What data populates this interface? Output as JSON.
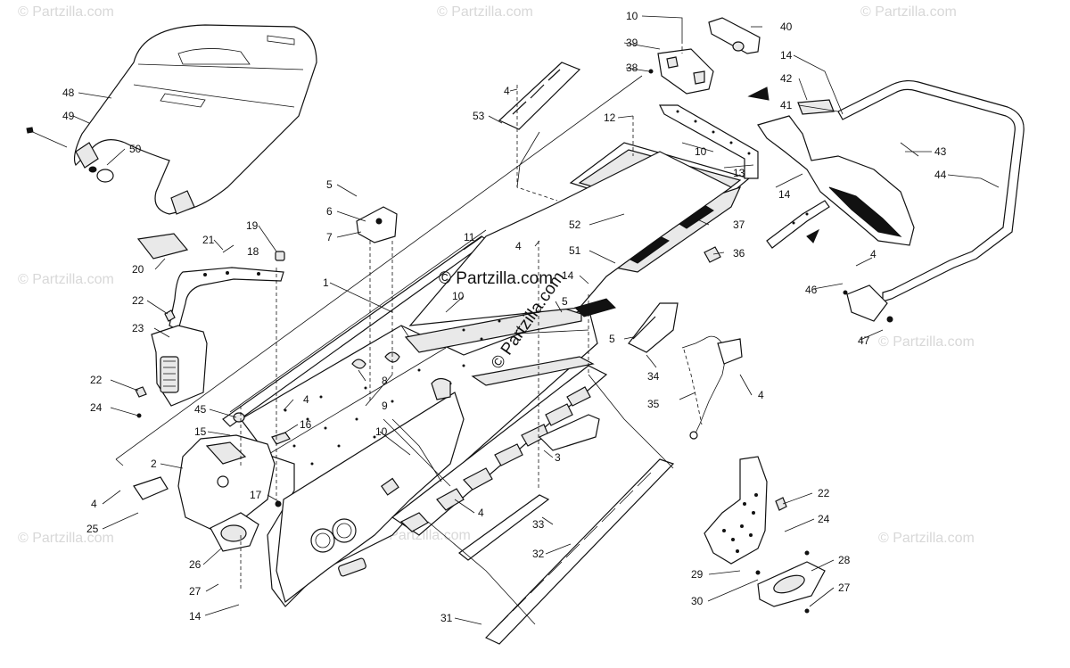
{
  "watermark": "© Partzilla.com",
  "brand_text": "© Partzilla.com",
  "callouts": [
    "1",
    "2",
    "3",
    "4",
    "5",
    "6",
    "7",
    "8",
    "9",
    "10",
    "11",
    "12",
    "13",
    "14",
    "15",
    "16",
    "17",
    "18",
    "19",
    "20",
    "21",
    "22",
    "23",
    "24",
    "25",
    "26",
    "27",
    "28",
    "29",
    "30",
    "31",
    "32",
    "33",
    "34",
    "35",
    "36",
    "37",
    "38",
    "39",
    "40",
    "41",
    "42",
    "43",
    "44",
    "45",
    "46",
    "47",
    "48",
    "49",
    "50",
    "51",
    "52",
    "53"
  ],
  "colors": {
    "line": "#111111",
    "watermark": "#d8d8d8",
    "background": "#ffffff"
  }
}
